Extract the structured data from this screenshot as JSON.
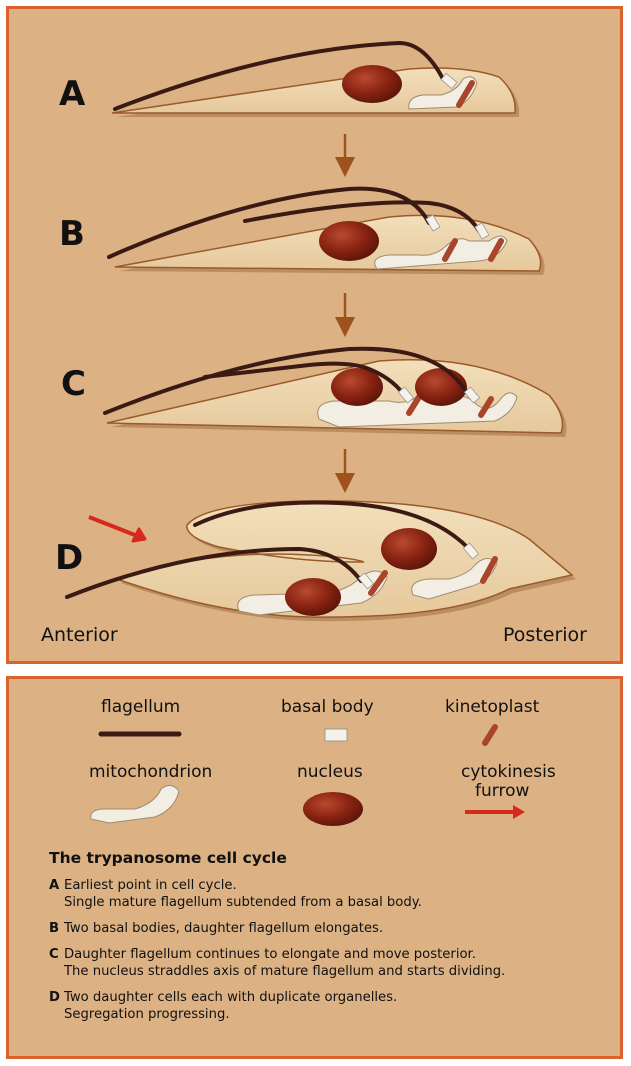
{
  "diagram": {
    "stages": [
      {
        "letter": "A"
      },
      {
        "letter": "B"
      },
      {
        "letter": "C"
      },
      {
        "letter": "D"
      }
    ],
    "anterior_label": "Anterior",
    "posterior_label": "Posterior"
  },
  "legend": {
    "flagellum": "flagellum",
    "basal_body": "basal body",
    "kinetoplast": "kinetoplast",
    "mitochondrion": "mitochondrion",
    "nucleus": "nucleus",
    "cytokinesis_line1": "cytokinesis",
    "cytokinesis_line2": "furrow"
  },
  "caption": {
    "title": "The trypanosome cell cycle",
    "items": [
      {
        "letter": "A",
        "line1": "Earliest point in cell cycle.",
        "line2": "Single mature flagellum subtended from a basal body."
      },
      {
        "letter": "B",
        "line1": "Two basal bodies, daughter flagellum elongates.",
        "line2": ""
      },
      {
        "letter": "C",
        "line1": "Daughter flagellum continues to elongate and move posterior.",
        "line2": "The nucleus straddles axis of mature flagellum and starts dividing."
      },
      {
        "letter": "D",
        "line1": "Two daughter cells each with duplicate organelles.",
        "line2": "Segregation progressing."
      }
    ]
  },
  "colors": {
    "panel_bg": "#dcb184",
    "panel_border": "#d8632e",
    "cell_fill": "#eed9b0",
    "cell_outline": "#9a5a2a",
    "flagellum": "#3a1a12",
    "nucleus": "#8a2412",
    "mitochondrion": "#f3eee4",
    "kinetoplast": "#a8452a",
    "furrow_arrow": "#d7281e"
  }
}
